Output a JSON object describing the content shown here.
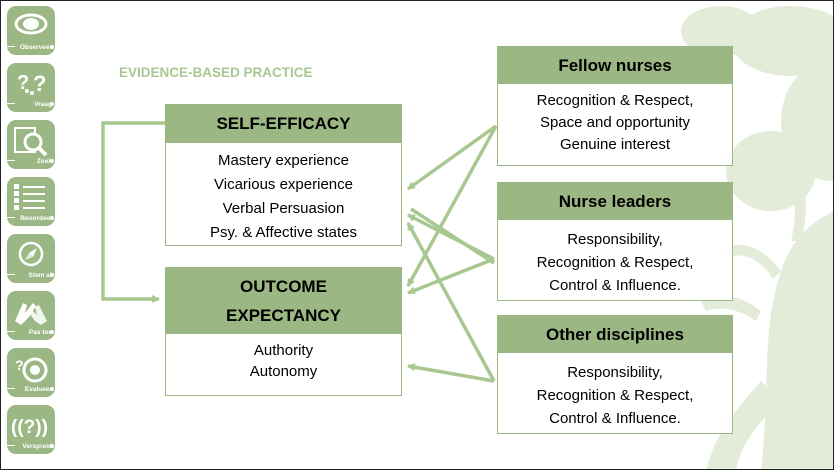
{
  "title": "EVIDENCE-BASED PRACTICE",
  "sidebar": {
    "steps": [
      {
        "label": "Observeer",
        "icon": "eye-icon"
      },
      {
        "label": "Vraag",
        "icon": "question-icon"
      },
      {
        "label": "Zoek",
        "icon": "search-icon"
      },
      {
        "label": "Beoordeel",
        "icon": "checklist-icon"
      },
      {
        "label": "Stem af",
        "icon": "compass-icon"
      },
      {
        "label": "Pas toe",
        "icon": "hands-icon"
      },
      {
        "label": "Evalueer",
        "icon": "target-icon"
      },
      {
        "label": "Verspreid",
        "icon": "broadcast-icon"
      }
    ]
  },
  "self_efficacy": {
    "header": "SELF-EFFICACY",
    "items": [
      "Mastery experience",
      "Vicarious experience",
      "Verbal Persuasion",
      "Psy. & Affective states"
    ]
  },
  "outcome_expectancy": {
    "header_line1": "OUTCOME",
    "header_line2": "EXPECTANCY",
    "items": [
      "Authority",
      "Autonomy"
    ]
  },
  "fellow_nurses": {
    "header": "Fellow nurses",
    "items": [
      "Recognition & Respect,",
      "Space and opportunity",
      "Genuine interest"
    ]
  },
  "nurse_leaders": {
    "header": "Nurse leaders",
    "items": [
      "Responsibility,",
      "Recognition & Respect,",
      "Control & Influence."
    ]
  },
  "other_disciplines": {
    "header": "Other disciplines",
    "items": [
      "Responsibility,",
      "Recognition & Respect,",
      "Control & Influence."
    ]
  },
  "colors": {
    "accent": "#9bb884",
    "title": "#a9c791",
    "tree": "#dce8d2"
  }
}
